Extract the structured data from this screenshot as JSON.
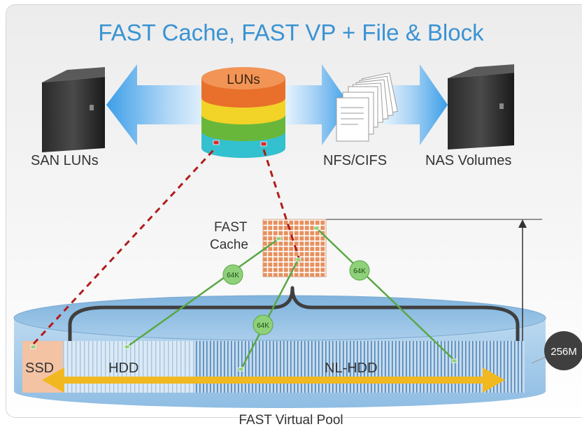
{
  "title": "FAST Cache, FAST VP + File & Block",
  "top_row": {
    "san_label": "SAN LUNs",
    "luns_label": "LUNs",
    "nfs_label": "NFS/CIFS",
    "nas_label": "NAS Volumes"
  },
  "cache": {
    "label_line1": "FAST",
    "label_line2": "Cache"
  },
  "chunks": {
    "left": "64K",
    "middle": "64K",
    "right": "64K"
  },
  "pool": {
    "ssd_label": "SSD",
    "hdd_label": "HDD",
    "nl_hdd_label": "NL-HDD",
    "slice_size": "256M",
    "caption": "FAST Virtual Pool"
  },
  "colors": {
    "title": "#3a93d3",
    "disk_top": "#e8702a",
    "disk_2": "#f2d327",
    "disk_3": "#69b73a",
    "disk_4": "#33c0cf",
    "ssd": "#f4c3a4",
    "cache_cell": "#e6905e",
    "promotion_line": "#5aa843",
    "red_dashed": "#b01c1c",
    "range_arrow": "#f2b81f"
  }
}
